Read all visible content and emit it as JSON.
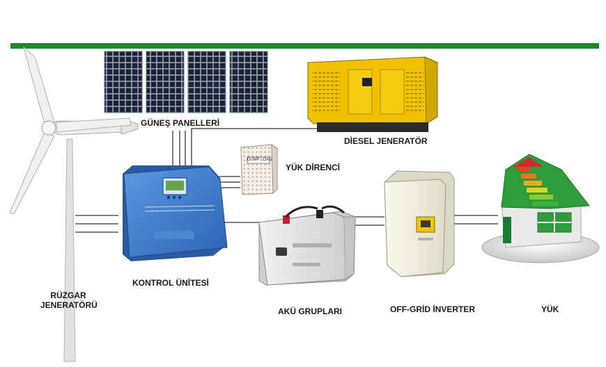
{
  "labels": {
    "solar_panels": "GÜNEŞ PANELLERİ",
    "diesel_generator": "DİESEL JENERATÖR",
    "dump_load": "YÜK DİRENCİ",
    "dump_load_box": "DUMP LOAD",
    "controller": "KONTROL ÜNİTESİ",
    "battery": "AKÜ GRUPLARI",
    "inverter": "OFF-GRİD İNVERTER",
    "load": "YÜK",
    "wind_line1": "RÜZGAR",
    "wind_line2": "JENERATÖRÜ"
  },
  "colors": {
    "top_bar": "#1a8a2a",
    "panel_cell": "#1b2233",
    "generator": "#f2c200",
    "controller": "#3f7fd0",
    "battery": "#e6e6e6",
    "inverter": "#f3f1e2",
    "house_roof": "#2e9e3a",
    "wires": "#333333"
  },
  "icons": [
    "wind-turbine-icon",
    "solar-panel-icon",
    "generator-icon",
    "dump-load-icon",
    "controller-icon",
    "battery-icon",
    "inverter-icon",
    "house-icon"
  ]
}
